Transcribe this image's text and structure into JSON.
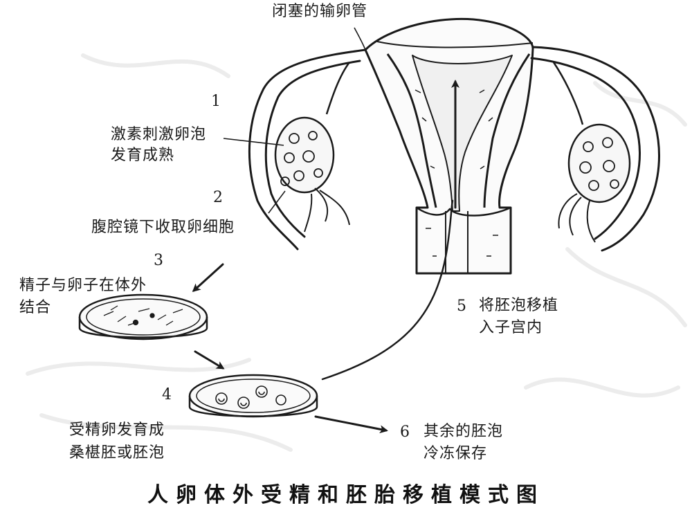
{
  "title": "人卵体外受精和胚胎移植模式图",
  "labels": {
    "tube": "闭塞的输卵管",
    "step1_num": "1",
    "step1_l1": "激素刺激卵泡",
    "step1_l2": "发育成熟",
    "step2_num": "2",
    "step2_l1": "腹腔镜下收取卵细胞",
    "step3_num": "3",
    "step3_l1": "精子与卵子在体外",
    "step3_l2": "结合",
    "step4_num": "4",
    "step4_l1": "受精卵发育成",
    "step4_l2": "桑椹胚或胚泡",
    "step5_num": "5",
    "step5_l1": "将胚泡移植",
    "step5_l2": "入子宫内",
    "step6_num": "6",
    "step6_l1": "其余的胚泡",
    "step6_l2": "冷冻保存"
  },
  "colors": {
    "ink": "#1a1a1a",
    "background": "#ffffff"
  }
}
